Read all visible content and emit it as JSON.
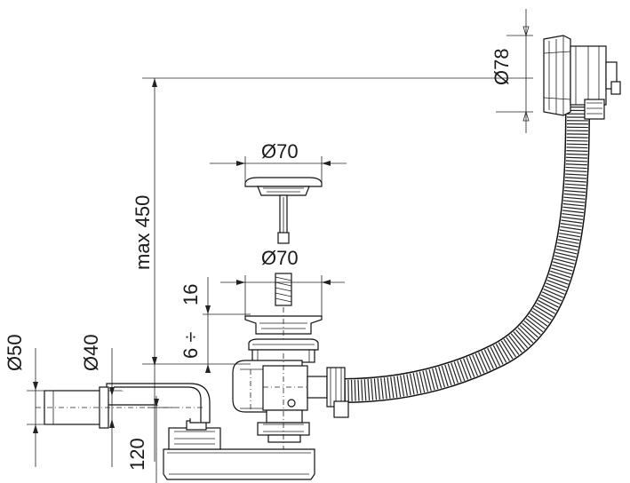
{
  "dimensions": {
    "overflow_diameter": "Ø78",
    "cap_diameter": "Ø70",
    "strainer_diameter": "Ø70",
    "max_height": "max 450",
    "thread_range": "16",
    "thickness_range": "6 ÷",
    "outlet_diameter": "Ø50",
    "inner_outlet_diameter": "Ø40",
    "trap_height": "120"
  },
  "colors": {
    "line": "#111111",
    "background": "#ffffff"
  }
}
